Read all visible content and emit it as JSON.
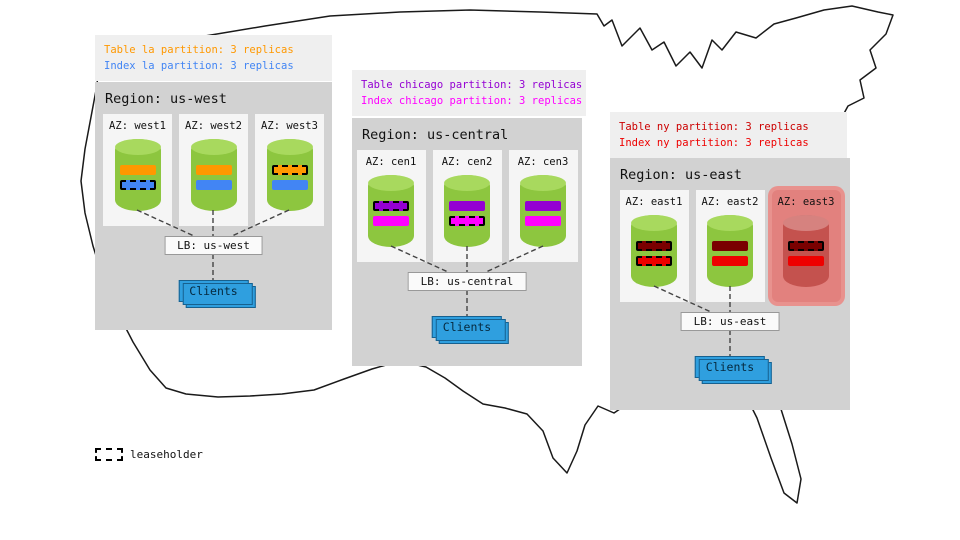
{
  "legend": {
    "label": "leaseholder"
  },
  "palette": {
    "region_bg": "#d2d2d2",
    "caption_bg": "#efefef",
    "az_bg": "#f5f5f5",
    "az_failed_bg": "#e2817e",
    "cylinder_body": "#8dc63f",
    "cylinder_top": "#a8d95e",
    "cylinder_failed_body": "#c4524e",
    "cylinder_failed_top": "#d6827f",
    "clients_bg": "#2f9fdf",
    "connector": "#444444"
  },
  "regions": [
    {
      "title": "Region: us-west",
      "caption": {
        "lines": [
          {
            "text": "Table la partition: 3 replicas",
            "color": "#ff9800"
          },
          {
            "text": "Index la partition: 3 replicas",
            "color": "#4285f4"
          }
        ]
      },
      "lb_label": "LB: us-west",
      "clients_label": "Clients",
      "azs": [
        {
          "label": "AZ: west1",
          "failed": false,
          "stripes": [
            {
              "name": "table-la-replica",
              "color": "#ff9800",
              "leaseholder": false
            },
            {
              "name": "index-la-replica",
              "color": "#4285f4",
              "leaseholder": true
            }
          ]
        },
        {
          "label": "AZ: west2",
          "failed": false,
          "stripes": [
            {
              "name": "table-la-replica",
              "color": "#ff9800",
              "leaseholder": false
            },
            {
              "name": "index-la-replica",
              "color": "#4285f4",
              "leaseholder": false
            }
          ]
        },
        {
          "label": "AZ: west3",
          "failed": false,
          "stripes": [
            {
              "name": "table-la-replica",
              "color": "#ff9800",
              "leaseholder": true
            },
            {
              "name": "index-la-replica",
              "color": "#4285f4",
              "leaseholder": false
            }
          ]
        }
      ]
    },
    {
      "title": "Region: us-central",
      "caption": {
        "lines": [
          {
            "text": "Table chicago partition: 3 replicas",
            "color": "#9400d3"
          },
          {
            "text": "Index chicago partition: 3 replicas",
            "color": "#ff00ff"
          }
        ]
      },
      "lb_label": "LB: us-central",
      "clients_label": "Clients",
      "azs": [
        {
          "label": "AZ: cen1",
          "failed": false,
          "stripes": [
            {
              "name": "table-chicago-replica",
              "color": "#9400d3",
              "leaseholder": true
            },
            {
              "name": "index-chicago-replica",
              "color": "#ff00ff",
              "leaseholder": false
            }
          ]
        },
        {
          "label": "AZ: cen2",
          "failed": false,
          "stripes": [
            {
              "name": "table-chicago-replica",
              "color": "#9400d3",
              "leaseholder": false
            },
            {
              "name": "index-chicago-replica",
              "color": "#ff00ff",
              "leaseholder": true
            }
          ]
        },
        {
          "label": "AZ: cen3",
          "failed": false,
          "stripes": [
            {
              "name": "table-chicago-replica",
              "color": "#9400d3",
              "leaseholder": false
            },
            {
              "name": "index-chicago-replica",
              "color": "#ff00ff",
              "leaseholder": false
            }
          ]
        }
      ]
    },
    {
      "title": "Region: us-east",
      "caption": {
        "lines": [
          {
            "text": "Table ny partition: 3 replicas",
            "color": "#cc0000"
          },
          {
            "text": "Index ny partition: 3 replicas",
            "color": "#ee0000"
          }
        ]
      },
      "lb_label": "LB: us-east",
      "clients_label": "Clients",
      "azs": [
        {
          "label": "AZ: east1",
          "failed": false,
          "stripes": [
            {
              "name": "table-ny-replica",
              "color": "#7a0000",
              "leaseholder": true
            },
            {
              "name": "index-ny-replica",
              "color": "#ee0000",
              "leaseholder": true
            }
          ]
        },
        {
          "label": "AZ: east2",
          "failed": false,
          "stripes": [
            {
              "name": "table-ny-replica",
              "color": "#7a0000",
              "leaseholder": false
            },
            {
              "name": "index-ny-replica",
              "color": "#ee0000",
              "leaseholder": false
            }
          ]
        },
        {
          "label": "AZ: east3",
          "failed": true,
          "stripes": [
            {
              "name": "table-ny-replica",
              "color": "#7a0000",
              "leaseholder": true
            },
            {
              "name": "index-ny-replica",
              "color": "#ee0000",
              "leaseholder": false
            }
          ]
        }
      ]
    }
  ]
}
